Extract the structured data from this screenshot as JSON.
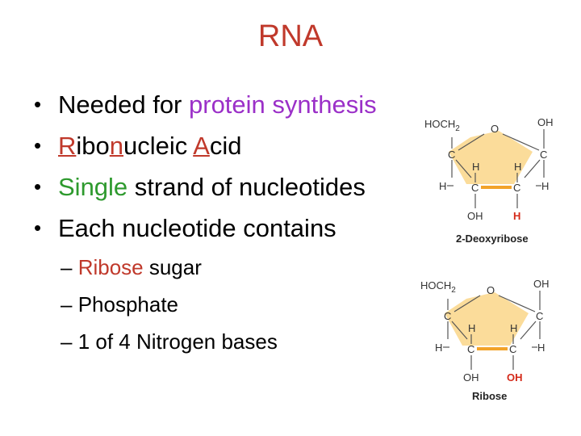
{
  "slide": {
    "title": "RNA",
    "bullet_char": "•",
    "bullets": [
      {
        "parts": [
          "Needed for ",
          "protein synthesis"
        ]
      },
      {
        "parts": [
          "R",
          "ibo",
          "n",
          "ucleic ",
          "A",
          "cid"
        ]
      },
      {
        "parts": [
          "Single",
          " strand of nucleotides"
        ]
      },
      {
        "parts": [
          "Each nucleotide contains"
        ]
      }
    ],
    "subbullets": [
      {
        "dash": "–",
        "parts": [
          " Ribose",
          " sugar"
        ]
      },
      {
        "dash": "–",
        "parts": [
          " Phosphate"
        ]
      },
      {
        "dash": "–",
        "parts": [
          " 1 of 4 Nitrogen bases"
        ]
      }
    ]
  },
  "colors": {
    "title": "#c0392b",
    "highlight_purple": "#9b30c8",
    "highlight_brick": "#c0392b",
    "highlight_green": "#2e9a2e",
    "ring_fill": "#fbdc9a",
    "ring_bond": "#f2a32a",
    "accent_red": "#d42a1a"
  },
  "deoxyribose": {
    "caption": "2-Deoxyribose",
    "hoch2": "HOCH",
    "sub2": "2",
    "ring_o": "O",
    "oh_right": "OH",
    "c1": "C",
    "c2": "C",
    "c3": "C",
    "c4": "C",
    "h_left": "H",
    "h_right": "H",
    "h_in_left": "H",
    "h_in_right": "H",
    "oh_bottom": "OH",
    "special": "H"
  },
  "ribose": {
    "caption": "Ribose",
    "hoch2": "HOCH",
    "sub2": "2",
    "ring_o": "O",
    "oh_right": "OH",
    "c1": "C",
    "c2": "C",
    "c3": "C",
    "c4": "C",
    "h_left": "H",
    "h_right": "H",
    "h_in_left": "H",
    "h_in_right": "H",
    "oh_bottom": "OH",
    "special": "OH"
  }
}
